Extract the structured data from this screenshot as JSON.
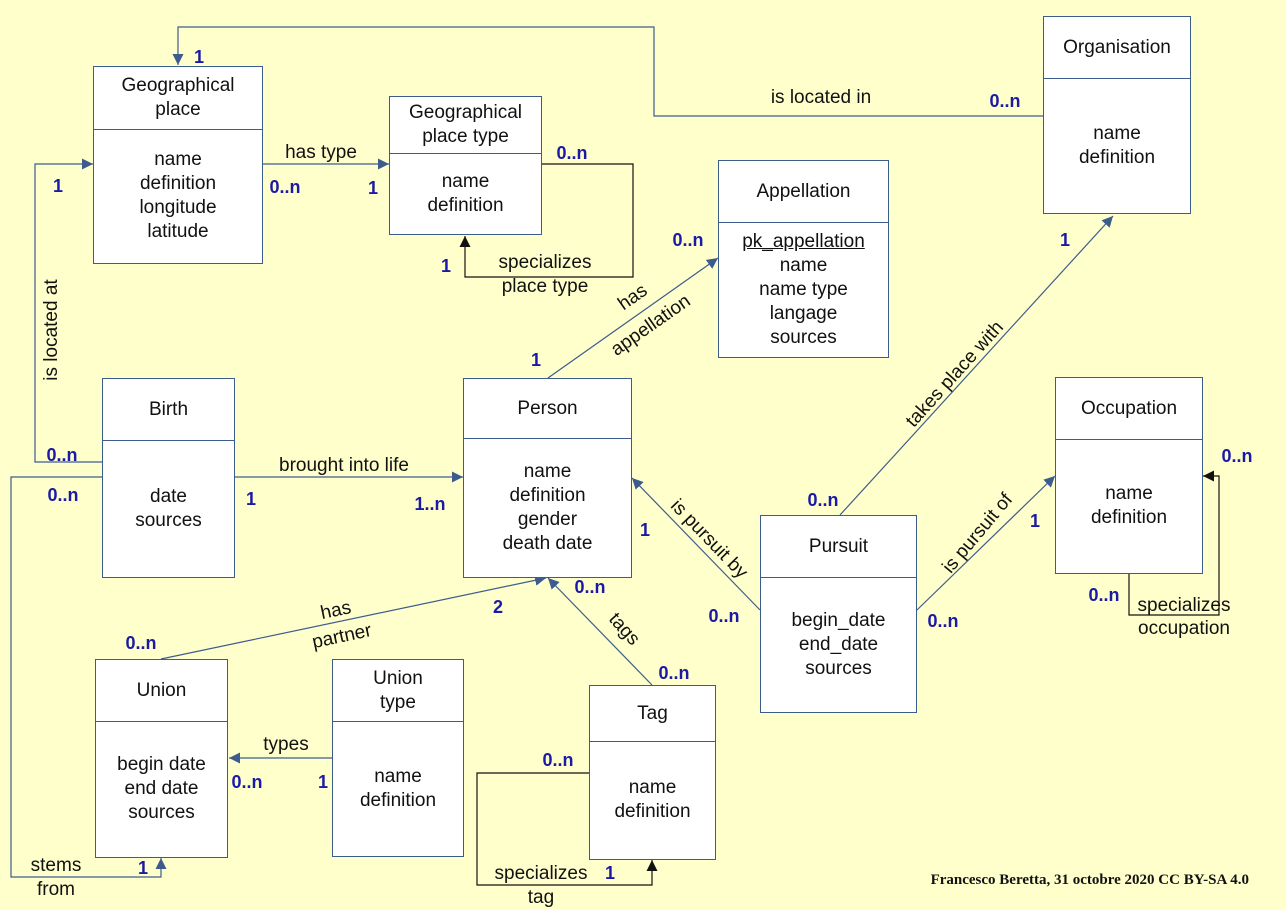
{
  "colors": {
    "background": "#ffffcc",
    "line": "#3d5c8e",
    "cardinality": "#1a1aa6"
  },
  "entities": {
    "geo_place": {
      "title": [
        "Geographical",
        "place"
      ],
      "attrs": [
        "name",
        "definition",
        "longitude",
        "latitude"
      ]
    },
    "geo_place_type": {
      "title": [
        "Geographical",
        "place type"
      ],
      "attrs": [
        "name",
        "definition"
      ]
    },
    "organisation": {
      "title": [
        "Organisation"
      ],
      "attrs": [
        "name",
        "definition"
      ]
    },
    "appellation": {
      "title": [
        "Appellation"
      ],
      "pk": "pk_appellation",
      "attrs": [
        "name",
        "name type",
        "langage",
        "sources"
      ]
    },
    "birth": {
      "title": [
        "Birth"
      ],
      "attrs": [
        "date",
        "sources"
      ]
    },
    "person": {
      "title": [
        "Person"
      ],
      "attrs": [
        "name",
        "definition",
        "gender",
        "death date"
      ]
    },
    "occupation": {
      "title": [
        "Occupation"
      ],
      "attrs": [
        "name",
        "definition"
      ]
    },
    "pursuit": {
      "title": [
        "Pursuit"
      ],
      "attrs": [
        "begin_date",
        "end_date",
        "sources"
      ]
    },
    "union": {
      "title": [
        "Union"
      ],
      "attrs": [
        "begin date",
        "end date",
        "sources"
      ]
    },
    "union_type": {
      "title": [
        "Union",
        "type"
      ],
      "attrs": [
        "name",
        "definition"
      ]
    },
    "tag": {
      "title": [
        "Tag"
      ],
      "attrs": [
        "name",
        "definition"
      ]
    }
  },
  "relationships": {
    "is_located_in": "is located in",
    "has_type": "has type",
    "specializes_place_type": [
      "specializes",
      "place type"
    ],
    "is_located_at": "is located at",
    "has_appellation": [
      "has",
      "appellation"
    ],
    "takes_place_with": "takes place with",
    "brought_into_life": "brought into life",
    "is_pursuit_by": "is pursuit by",
    "is_pursuit_of": "is pursuit of",
    "specializes_occupation": [
      "specializes",
      "occupation"
    ],
    "has_partner": [
      "has",
      "partner"
    ],
    "tags": "tags",
    "types": "types",
    "stems_from": [
      "stems",
      "from"
    ],
    "specializes_tag": [
      "specializes",
      "tag"
    ]
  },
  "cardinalities": {
    "geo_top": "1",
    "org_located": "0..n",
    "geo_left": "1",
    "geo_hastype": "0..n",
    "type_hastype": "1",
    "type_self_top": "0..n",
    "type_self_bottom": "1",
    "appellation_side": "0..n",
    "org_bottom": "1",
    "person_appellation": "1",
    "birth_located": "0..n",
    "union_located": "0..n",
    "birth_brought": "1",
    "person_brought": "1..n",
    "person_pursuit": "1",
    "pursuit_person": "0..n",
    "pursuit_org": "0..n",
    "pursuit_occ": "0..n",
    "occ_pursuit": "1",
    "occ_self_right": "0..n",
    "occ_self_left": "0..n",
    "person_partner": "2",
    "union_partner": "0..n",
    "person_tags": "0..n",
    "tag_tags": "0..n",
    "union_types": "0..n",
    "uniontype_types": "1",
    "tag_self_left": "0..n",
    "tag_self_bottom": "1",
    "union_stems": "1"
  },
  "credit": "Francesco Beretta, 31 octobre 2020 CC BY-SA 4.0"
}
